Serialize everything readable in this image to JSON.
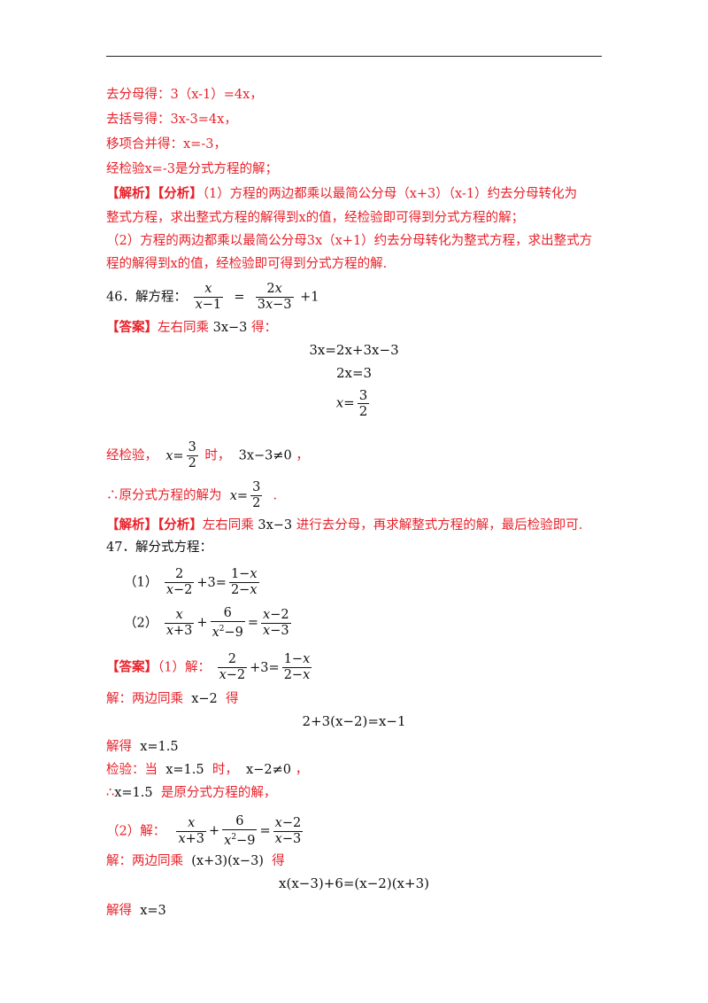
{
  "p1": "去分母得：3（x-1）=4x，",
  "p2": "去括号得：3x-3=4x，",
  "p3": "移项合并得：x=-3，",
  "p4": "经检验x=-3是分式方程的解；",
  "p5_tag": "【解析】【分析】",
  "p5_text": "（1）方程的两边都乘以最简公分母（x+3）（x-1）约去分母转化为",
  "p6": "整式方程，求出整式方程的解得到x的值，经检验即可得到分式方程的解；",
  "p7": "（2）方程的两边都乘以最简公分母3x（x+1）约去分母转化为整式方程，求出整式方",
  "p8": "程的解得到x的值，经检验即可得到分式方程的解.",
  "q46_label": "46．解方程：",
  "q46_rhs": "+1",
  "a46_tag": "【答案】",
  "a46_text": "左右同乘",
  "a46_mult": "3x−3",
  "a46_de": "得：",
  "a46_s1": "3x=2x+3x−3",
  "a46_s2": "2x=3",
  "a46_check": "经检验，",
  "a46_when": "时，",
  "a46_cond": "3x−3≠0",
  "a46_comma": "，",
  "a46_concl": "∴原分式方程的解为",
  "a46_dot": ".",
  "e46_tag": "【解析】【分析】",
  "e46_text1": "左右同乘",
  "e46_mult": "3x−3",
  "e46_text2": "进行去分母，再求解整式方程的解，最后检验即可.",
  "q47_label": "47．解分式方程：",
  "q47_1": "（1）",
  "q47_2": "（2）",
  "a47_tag": "【答案】",
  "a47_1": "（1）解：",
  "a47_l1": "解：两边同乘",
  "a47_l1_mult": "x−2",
  "a47_de": "得",
  "a47_eq1": "2+3(x−2)=x−1",
  "a47_sol1": "解得",
  "a47_sol1_val": "x=1.5",
  "a47_chk_a": "检验：当",
  "a47_chk_x": "x=1.5",
  "a47_chk_b": "时，",
  "a47_chk_c": "x−2≠0",
  "a47_chk_d": "，",
  "a47_concl_a": "∴",
  "a47_concl_x": "x=1.5",
  "a47_concl_b": "是原分式方程的解，",
  "a47_2": "（2）解：",
  "a47_l2": "解：两边同乘",
  "a47_l2_mult": "(x+3)(x−3)",
  "a47_de2": "得",
  "a47_eq2": "x(x−3)+6=(x−2)(x+3)",
  "a47_sol2": "解得",
  "a47_sol2_val": "x=3"
}
